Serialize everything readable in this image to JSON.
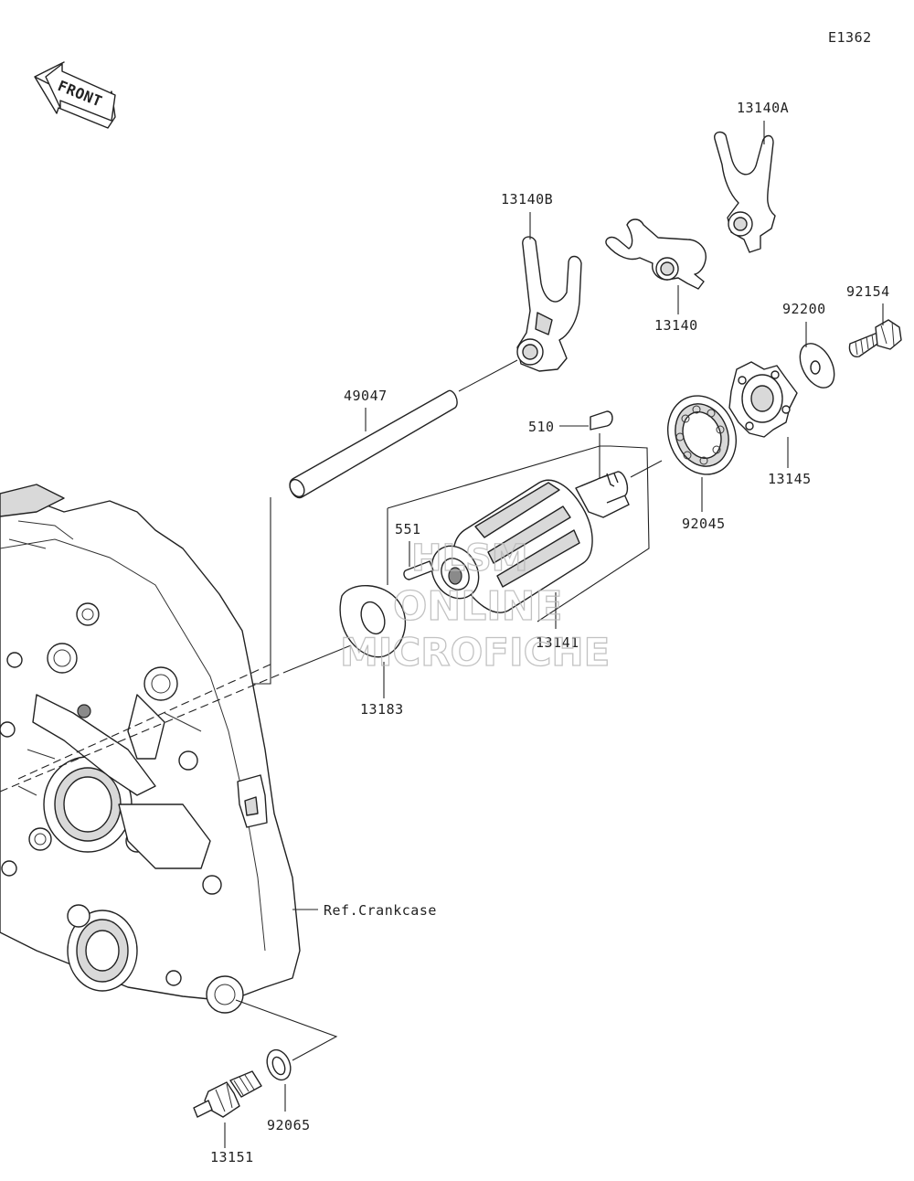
{
  "diagram_code": "E1362",
  "front_label": "FRONT",
  "ref_label": "Ref.Crankcase",
  "watermark": {
    "line1": "HLSM",
    "line2": "ONLINE",
    "line3": "MICROFICHE"
  },
  "parts": {
    "p13140A": "13140A",
    "p13140B": "13140B",
    "p13140": "13140",
    "p92154": "92154",
    "p92200": "92200",
    "p49047": "49047",
    "p510": "510",
    "p551": "551",
    "p92045": "92045",
    "p13145": "13145",
    "p13141": "13141",
    "p13183": "13183",
    "p13151": "13151",
    "p92065": "92065"
  }
}
